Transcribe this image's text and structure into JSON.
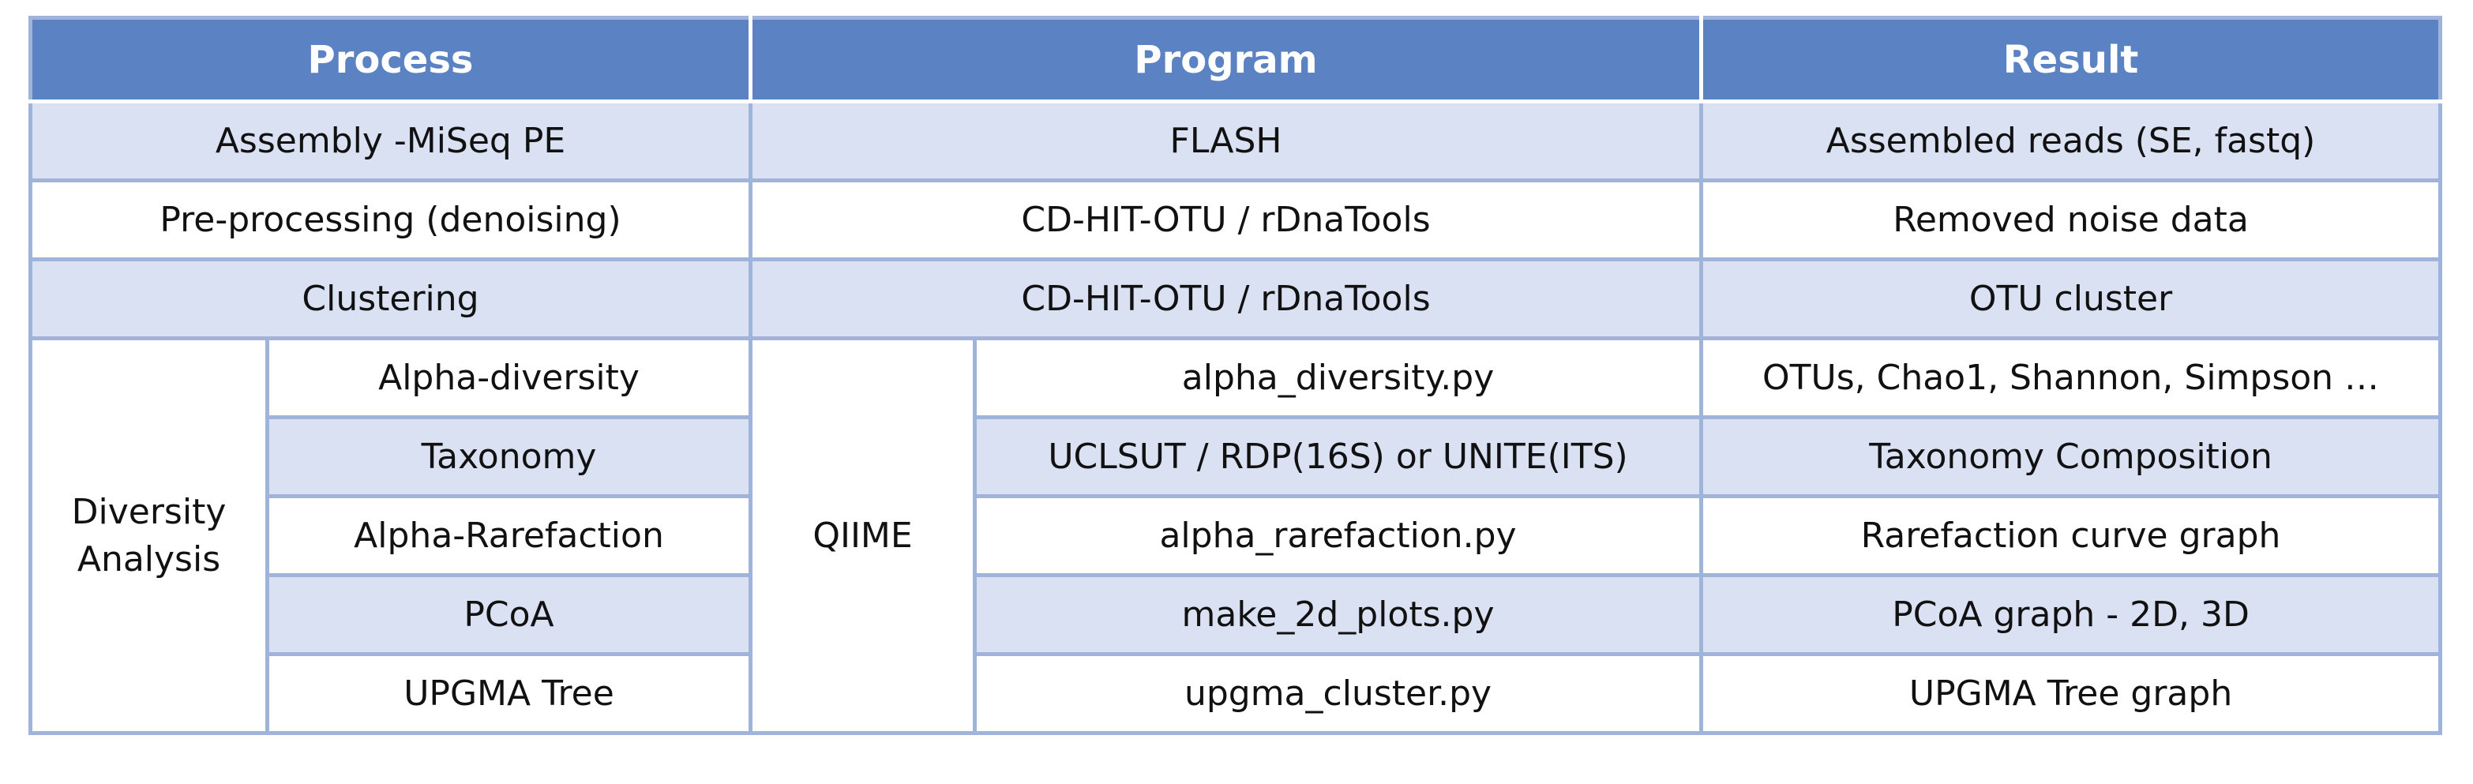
{
  "headers": [
    "Process",
    "Program",
    "Result"
  ],
  "rows": [
    {
      "process": "Assembly -MiSeq PE",
      "program": "FLASH",
      "result": "Assembled reads (SE, fastq)"
    },
    {
      "process": "Pre-processing (denoising)",
      "program": "CD-HIT-OTU / rDnaTools",
      "result": "Removed noise data"
    },
    {
      "process": "Clustering",
      "program": "CD-HIT-OTU / rDnaTools",
      "result": "OTU cluster"
    }
  ],
  "diversity": {
    "group_label_line1": "Diversity",
    "group_label_line2": "Analysis",
    "tool_label": "QIIME",
    "items": [
      {
        "step": "Alpha-diversity",
        "script": "alpha_diversity.py",
        "result": "OTUs, Chao1, Shannon, Simpson …"
      },
      {
        "step": "Taxonomy",
        "script": "UCLSUT / RDP(16S) or UNITE(ITS)",
        "result": "Taxonomy Composition"
      },
      {
        "step": "Alpha-Rarefaction",
        "script": "alpha_rarefaction.py",
        "result": "Rarefaction curve graph"
      },
      {
        "step": "PCoA",
        "script": "make_2d_plots.py",
        "result": "PCoA graph - 2D, 3D"
      },
      {
        "step": "UPGMA Tree",
        "script": "upgma_cluster.py",
        "result": "UPGMA Tree graph"
      }
    ]
  },
  "colors": {
    "header_bg": "#5b82c2",
    "shaded_row_bg": "#d9e1f2",
    "border": "#9fb4db"
  }
}
